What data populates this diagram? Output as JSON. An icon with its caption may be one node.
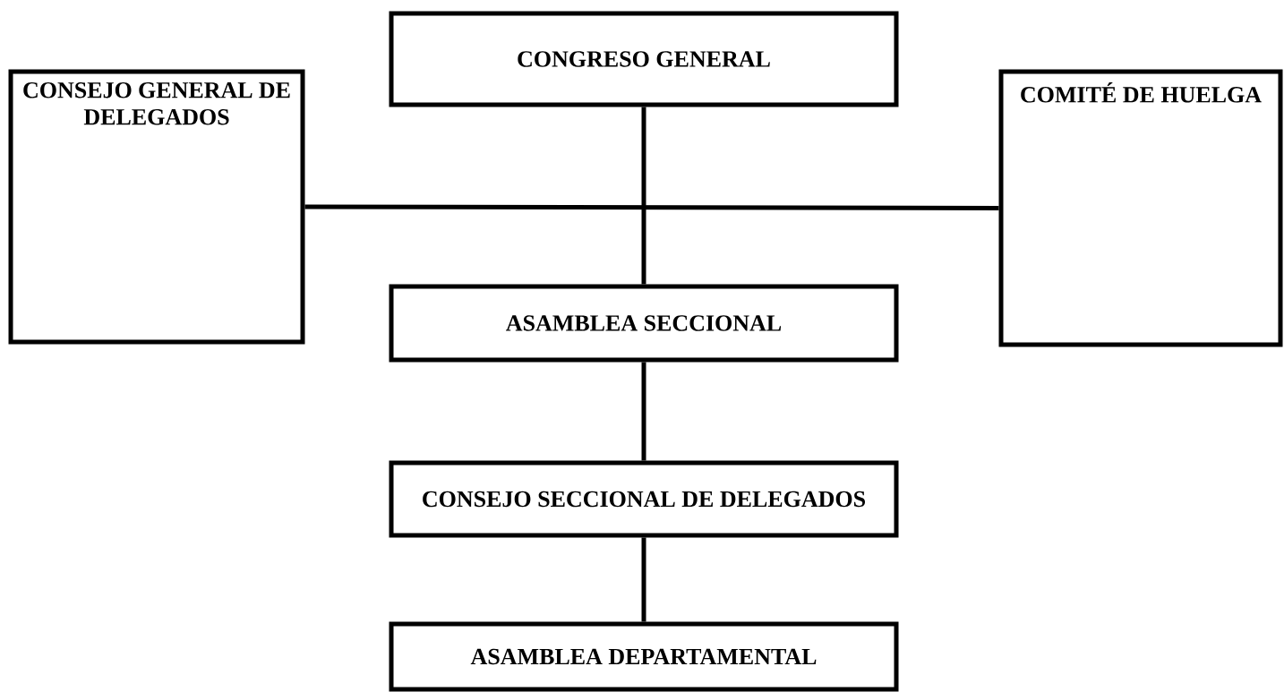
{
  "diagram": {
    "nodes": [
      {
        "text": [
          "CONGRESO GENERAL"
        ]
      },
      {
        "text": [
          "CONSEJO GENERAL DE DELEGADOS"
        ]
      },
      {
        "text": [
          "COMITÉ DE HUELGA"
        ]
      },
      {
        "text": [
          "ASAMBLEA SECCIONAL"
        ]
      },
      {
        "text": [
          "CONSEJO SECCIONAL DE DELEGADOS"
        ]
      },
      {
        "text": [
          "ASAMBLEA DEPARTAMENTAL"
        ]
      }
    ],
    "edges": [
      {
        "from": 0,
        "to": 3,
        "arrow": "none"
      },
      {
        "from": 1,
        "to": 2,
        "arrow": "none"
      },
      {
        "from": 3,
        "to": 4,
        "arrow": "none"
      },
      {
        "from": 4,
        "to": 5,
        "arrow": "none"
      }
    ]
  }
}
